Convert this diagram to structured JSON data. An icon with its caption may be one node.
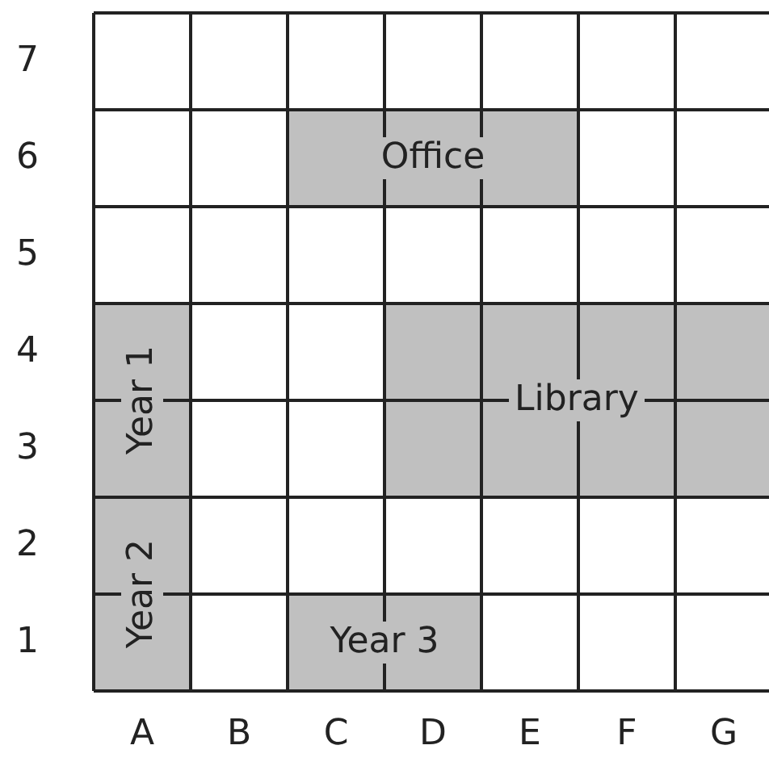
{
  "diagram": {
    "nodes": [
      {
        "text": [
          "Office"
        ]
      },
      {
        "text": [
          "Year 1"
        ]
      },
      {
        "text": [
          "Library"
        ]
      },
      {
        "text": [
          "Year 2"
        ]
      },
      {
        "text": [
          "Year 3"
        ]
      }
    ],
    "labels": [
      "7",
      "6",
      "5",
      "4",
      "3",
      "2",
      "1",
      "A",
      "B",
      "C",
      "D",
      "E",
      "F",
      "G"
    ]
  }
}
